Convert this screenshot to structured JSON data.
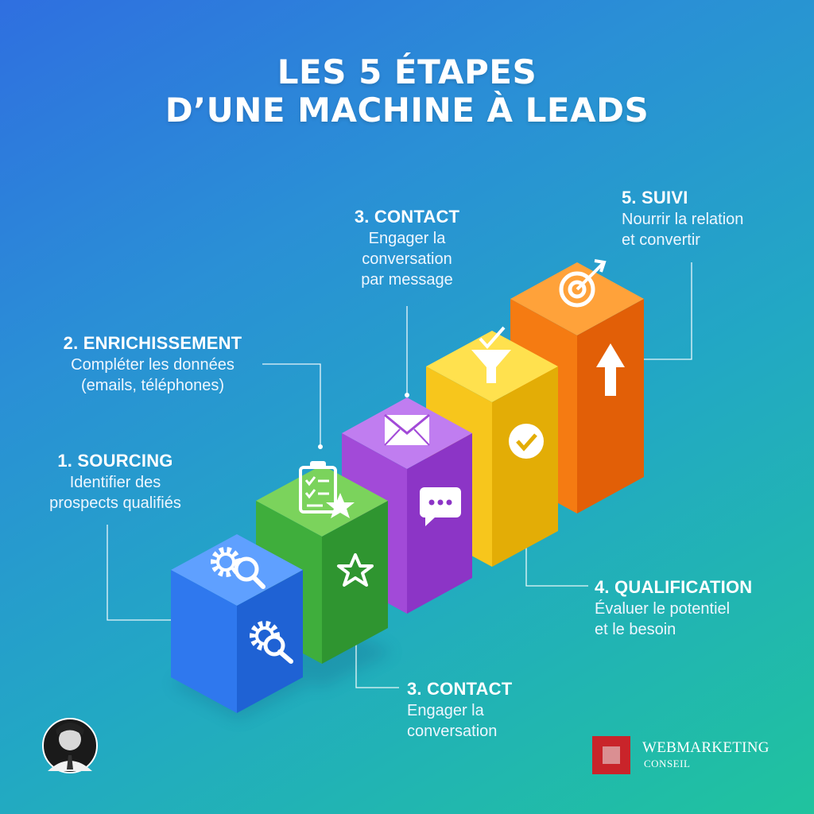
{
  "title": {
    "line1": "LES 5 ÉTAPES",
    "line2": "D’UNE MACHINE À LEADS"
  },
  "steps": [
    {
      "heading": "1. SOURCING",
      "desc1": "Identifier des",
      "desc2": "prospects qualifiés",
      "color": "#2f78ee",
      "icons": [
        "gear-search-icon",
        "gear-search-icon"
      ]
    },
    {
      "heading": "2. ENRICHISSEMENT",
      "desc1": "Compléter les données",
      "desc2": "(emails, téléphones)",
      "color": "#3fae3c",
      "icons": [
        "clipboard-checklist-icon",
        "star-icon"
      ]
    },
    {
      "heading": "3. CONTACT",
      "desc1": "Engager la",
      "desc2": "conversation",
      "desc3": "par message",
      "color": "#a24ad8",
      "icons": [
        "envelope-icon",
        "chat-bubble-icon"
      ]
    },
    {
      "heading": "4. QUALIFICATION",
      "desc1": "Évaluer le potentiel",
      "desc2": "et le besoin",
      "color": "#f2c218",
      "icons": [
        "funnel-icon",
        "checkmark-icon"
      ]
    },
    {
      "heading": "5. SUIVI",
      "desc1": "Nourrir la relation",
      "desc2": "et convertir",
      "color": "#f97f18",
      "icons": [
        "target-icon",
        "arrow-up-icon"
      ]
    }
  ],
  "extra_label": {
    "heading": "3. CONTACT",
    "desc1": "Engager la",
    "desc2": "conversation"
  },
  "brand": {
    "name": "WEBMARKETING",
    "sub": "CONSEIL",
    "color": "#c9242a"
  }
}
